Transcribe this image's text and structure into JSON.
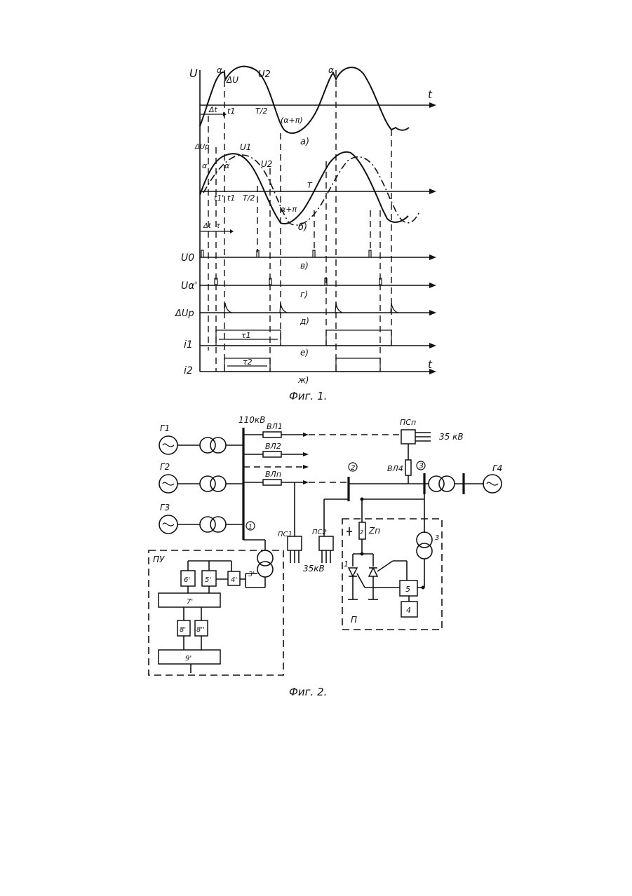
{
  "fig1": {
    "caption": "Фиг. 1.",
    "axis_U": "U",
    "axis_t": "t",
    "alpha": "α",
    "delta_U": "ΔU",
    "U2": "U2",
    "U1": "U1",
    "delta_t": "Δt",
    "t1": "t1",
    "t1_prime": "t1'",
    "T_half": "T/2",
    "T": "T",
    "alpha_pi": "(α+π)",
    "alpha_pi_b": "α+π",
    "alpha_prime": "α'",
    "delta_Up": "ΔUр",
    "tau": "τ",
    "tau1": "τ1",
    "tau2": "τ2",
    "row_U0": "U0",
    "row_Ualpha": "Uα'",
    "row_dUp": "ΔUр",
    "row_i1": "i1",
    "row_i2": "i2",
    "label_a": "a)",
    "label_b": "б)",
    "label_v": "в)",
    "label_g": "г)",
    "label_d": "д)",
    "label_e": "е)",
    "label_zh": "ж)"
  },
  "fig2": {
    "caption": "Фиг. 2.",
    "bus_voltage": "110кВ",
    "gen1": "Г1",
    "gen2": "Г2",
    "gen3": "Г3",
    "gen4": "Г4",
    "line1": "ВЛ1",
    "line2": "ВЛ2",
    "linen": "ВЛп",
    "line4": "ВЛ4",
    "psn": "ПСп",
    "ps1": "ПС1",
    "ps2": "ПС2",
    "kv35_right": "35 кВ",
    "kv35_bottom": "35кВ",
    "node1": "1",
    "node2": "2",
    "node3": "3",
    "pu": "ПУ",
    "block3p": "3'",
    "block4p": "4'",
    "block5p": "5'",
    "block6p": "6'",
    "block7p": "7'",
    "block8p": "8'",
    "block8pp": "8''",
    "block9p": "9'",
    "zn": "Zп",
    "p_label": "П",
    "n1": "1",
    "n2": "2",
    "n3": "3",
    "n4": "4",
    "n5": "5"
  }
}
